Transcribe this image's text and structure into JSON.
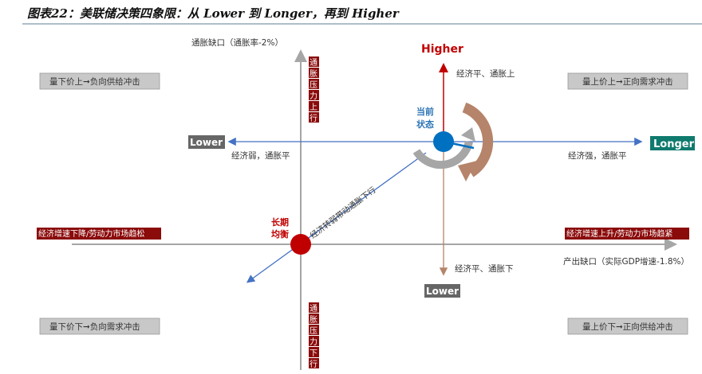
{
  "title": "图表22：美联储决策四象限：从 Lower 到 Longer，再到 Higher",
  "y_axis_label": "通胀缺口（通胀率-2%）",
  "x_axis_label": "产出缺口（实际GDP增速-1.8%）",
  "quadrants": {
    "top_left": "量下价上➞负向供给冲击",
    "top_right": "量上价上➞正向需求冲击",
    "bottom_left": "量下价下➞负向需求冲击",
    "bottom_right": "量上价下➞正向供给冲击"
  },
  "vertical_tags": {
    "top": [
      "通",
      "胀",
      "压",
      "力",
      "上",
      "行"
    ],
    "bottom": [
      "通",
      "胀",
      "压",
      "力",
      "下",
      "行"
    ]
  },
  "horizontal_tags": {
    "left": "经济增速下降/劳动力市场趋松",
    "right": "经济增速上升/劳动力市场趋紧"
  },
  "directions": {
    "higher": "Higher",
    "higher_desc": "经济平、通胀上",
    "longer": "Longer",
    "longer_desc": "经济强，通胀平",
    "lower_left": "Lower",
    "lower_left_desc": "经济弱，通胀平",
    "lower_down": "Lower",
    "lower_down_desc": "经济平、通胀下"
  },
  "current_state": [
    "当前",
    "状态"
  ],
  "long_term_equilibrium": [
    "长期",
    "均衡"
  ],
  "diagonal_label": "经济转弱带动通胀下行",
  "colors": {
    "red": "#c00000",
    "blue": "#4472c4",
    "dot_blue": "#0070c0",
    "brown": "#b5846a",
    "gray": "#a6a6a6",
    "teal": "#0f7a6e",
    "dark_red": "#8b0a0a"
  }
}
